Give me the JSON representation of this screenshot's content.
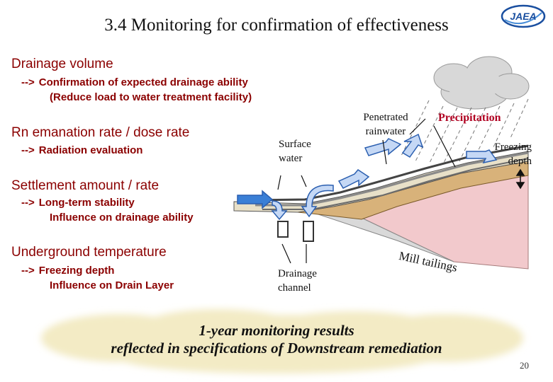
{
  "slide": {
    "title": "3.4   Monitoring for confirmation of effectiveness",
    "logo_text": "JAEA",
    "page_number": "20"
  },
  "items": [
    {
      "heading": "Drainage volume",
      "details": [
        "Confirmation of  expected drainage ability",
        "(Reduce load to water treatment facility)"
      ]
    },
    {
      "heading": "Rn emanation rate / dose rate",
      "details": [
        "Radiation evaluation"
      ]
    },
    {
      "heading": "Settlement amount / rate",
      "details": [
        "Long-term stability",
        "Influence on drainage ability"
      ]
    },
    {
      "heading": "Underground temperature",
      "details": [
        "Freezing depth",
        "Influence on Drain Layer"
      ]
    }
  ],
  "arrow_glyph": "-->",
  "diagram": {
    "surface_water": "Surface water",
    "penetrated": "Penetrated rainwater",
    "precipitation": "Precipitation",
    "freezing_depth": "Freezing depth",
    "drainage_channel": "Drainage channel",
    "mill_tailings": "Mill tailings"
  },
  "result": {
    "line1": "1-year monitoring results",
    "line2": "reflected in specifications of Downstream remediation"
  },
  "colors": {
    "heading": "#8b0000",
    "precipitation": "#b00020",
    "arrow_fill": "#c5d8f5",
    "cloud": "#d8d8d8",
    "result_cloud": "#f3ebc5"
  }
}
